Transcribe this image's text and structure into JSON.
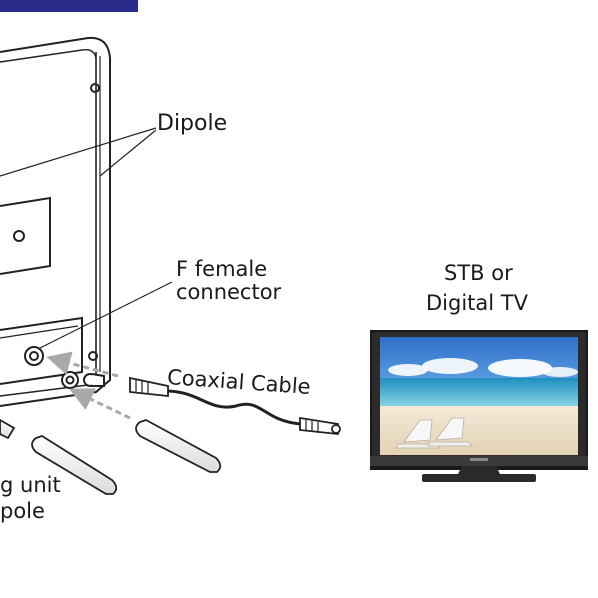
{
  "header": {
    "tab_color": "#2a2c8c",
    "cropped_title": ""
  },
  "labels": {
    "dipole": "Dipole",
    "f_female_line1": "F female",
    "f_female_line2": "connector",
    "coaxial_cable": "Coaxial Cable",
    "stb_line1": "STB or",
    "stb_line2": "Digital TV",
    "left_line1": "g unit",
    "left_line2": "pole"
  },
  "icons": {
    "antenna": "antenna-icon",
    "tv": "tv-icon",
    "cable": "coaxial-cable-icon",
    "rods": "dipole-rod-icon"
  }
}
